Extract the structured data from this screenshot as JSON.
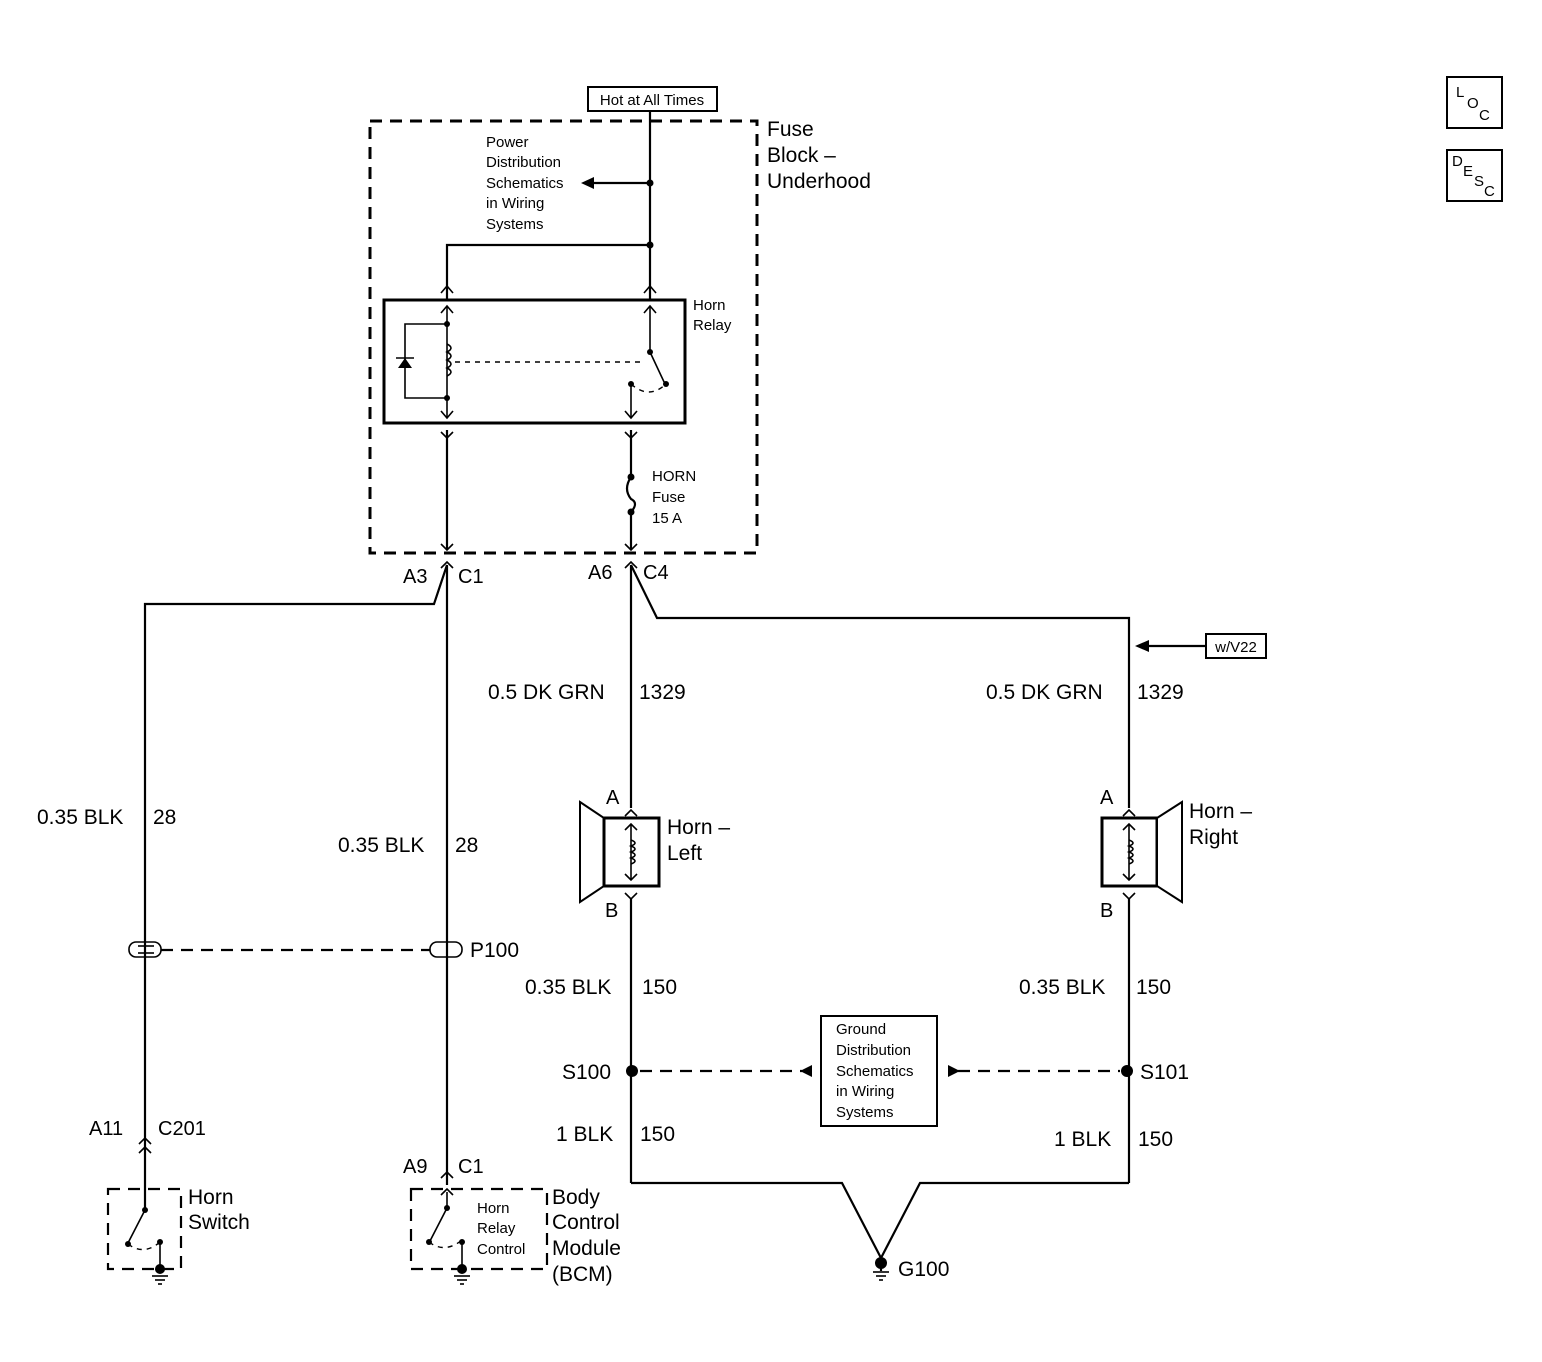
{
  "legend_buttons": {
    "loc": [
      "L",
      "O",
      "C"
    ],
    "desc": [
      "D",
      "E",
      "S",
      "C"
    ]
  },
  "power_source": "Hot at All Times",
  "fuse_block": [
    "Fuse",
    "Block –",
    "Underhood"
  ],
  "power_ref": [
    "Power",
    "Distribution",
    "Schematics",
    "in Wiring",
    "Systems"
  ],
  "relay": [
    "Horn",
    "Relay"
  ],
  "fuse": [
    "HORN",
    "Fuse",
    "15 A"
  ],
  "connectors": {
    "a3": "A3",
    "c1_top": "C1",
    "a6": "A6",
    "c4": "C4",
    "a11": "A11",
    "c201": "C201",
    "a9": "A9",
    "c1_bot": "C1",
    "horn_left_a": "A",
    "horn_left_b": "B",
    "horn_right_a": "A",
    "horn_right_b": "B"
  },
  "option_tag": "w/V22",
  "wires": {
    "dkgrn_left": "0.5 DK GRN",
    "ckt_1329_left": "1329",
    "dkgrn_right": "0.5 DK GRN",
    "ckt_1329_right": "1329",
    "blk_switch": "0.35 BLK",
    "ckt_28_switch": "28",
    "blk_bcm": "0.35 BLK",
    "ckt_28_bcm": "28",
    "blk_hl": "0.35 BLK",
    "ckt_150_hl": "150",
    "blk_hr": "0.35 BLK",
    "ckt_150_hr": "150",
    "blk1_left": "1 BLK",
    "ckt_150_gl": "150",
    "blk1_right": "1 BLK",
    "ckt_150_gr": "150"
  },
  "inline": "P100",
  "splices": {
    "left": "S100",
    "right": "S101"
  },
  "ground_ref": [
    "Ground",
    "Distribution",
    "Schematics",
    "in Wiring",
    "Systems"
  ],
  "horn_left": [
    "Horn –",
    "Left"
  ],
  "horn_right": [
    "Horn –",
    "Right"
  ],
  "horn_switch": [
    "Horn",
    "Switch"
  ],
  "bcm_inner": [
    "Horn",
    "Relay",
    "Control"
  ],
  "bcm": [
    "Body",
    "Control",
    "Module",
    "(BCM)"
  ],
  "ground": "G100"
}
